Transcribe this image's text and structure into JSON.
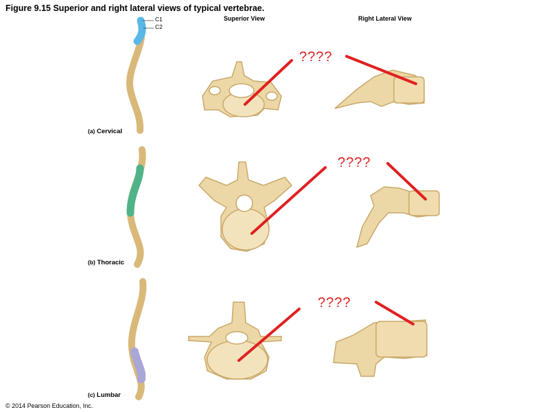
{
  "title": "Figure 9.15  Superior and right lateral views of typical vertebrae.",
  "columns": {
    "superior": "Superior View",
    "lateral": "Right Lateral View"
  },
  "spine_labels": {
    "c1": "C1",
    "c2": "C2"
  },
  "rows": [
    {
      "letter": "(a)",
      "label": "Cervical",
      "question": "????",
      "highlight_color": "#5ab8e6"
    },
    {
      "letter": "(b)",
      "label": "Thoracic",
      "question": "????",
      "highlight_color": "#4fb38a"
    },
    {
      "letter": "(c)",
      "label": "Lumbar",
      "question": "????",
      "highlight_color": "#a9a6d8"
    }
  ],
  "copyright": "© 2014 Pearson Education, Inc.",
  "colors": {
    "bone": "#ecd7a6",
    "bone_outline": "#c9a86a",
    "pointer": "#e02020"
  }
}
